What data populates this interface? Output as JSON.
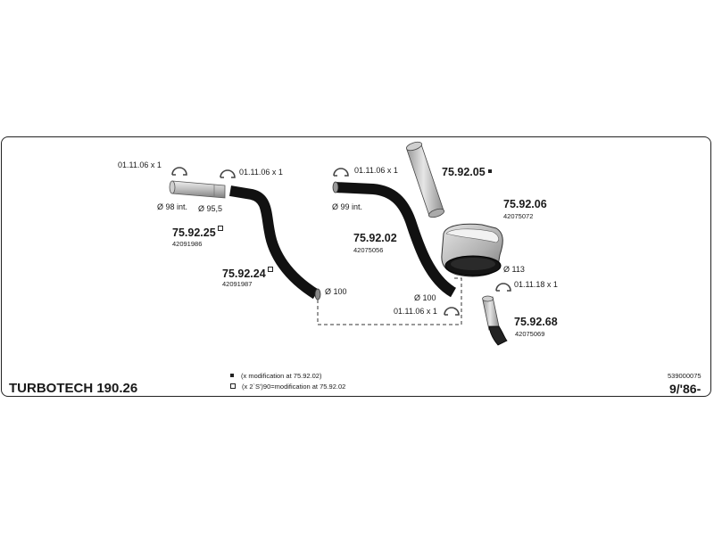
{
  "model": "TURBOTECH 190.26",
  "catalog_code": "539000075",
  "date_range": "9/'86-",
  "parts": [
    {
      "part_no": "75.92.25",
      "oe_no": "42091986",
      "mark": "open"
    },
    {
      "part_no": "75.92.24",
      "oe_no": "42091987",
      "mark": "open"
    },
    {
      "part_no": "75.92.02",
      "oe_no": "42075056",
      "mark": ""
    },
    {
      "part_no": "75.92.05",
      "oe_no": "",
      "mark": "filled"
    },
    {
      "part_no": "75.92.06",
      "oe_no": "42075072",
      "mark": ""
    },
    {
      "part_no": "75.92.68",
      "oe_no": "42075069",
      "mark": ""
    }
  ],
  "clamps": [
    "01.11.06 x 1",
    "01.11.06 x 1",
    "01.11.06 x 1",
    "01.11.06 x 1",
    "01.11.18 x 1"
  ],
  "dimensions": [
    "Ø 98 int.",
    "Ø 95,5",
    "Ø 99 int.",
    "Ø 100",
    "Ø 100",
    "Ø 113"
  ],
  "legend": [
    {
      "symbol": "filled",
      "text": "(x modification at 75.92.02)"
    },
    {
      "symbol": "open",
      "text": "(x 2`S')90=modification at 75.92.02"
    }
  ],
  "colors": {
    "pipe": "#111111",
    "metal_light": "#d8d8d8",
    "metal_dark": "#8a8a8a",
    "frame": "#222222"
  }
}
